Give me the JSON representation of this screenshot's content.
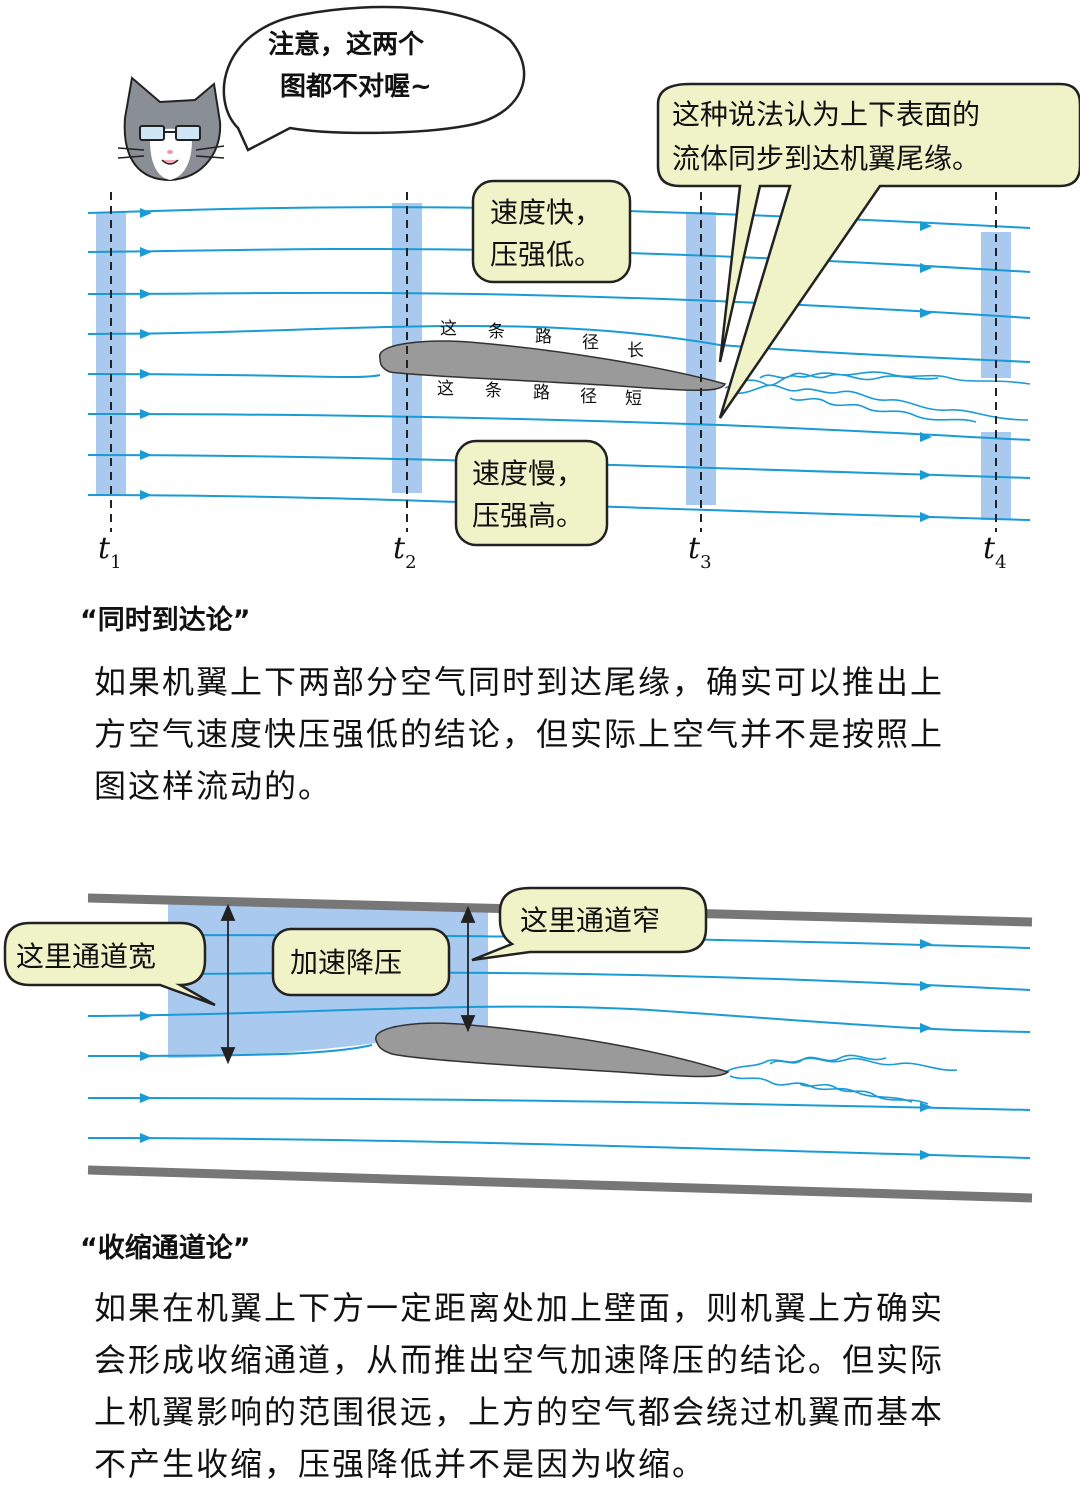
{
  "figure1": {
    "cat_speech": [
      "注意，这两个",
      "图都不对喔~"
    ],
    "callout_top_right": [
      "这种说法认为上下表面的",
      "流体同步到达机翼尾缘。"
    ],
    "callout_fast": [
      "速度快，",
      "压强低。"
    ],
    "callout_slow": [
      "速度慢，",
      "压强高。"
    ],
    "upper_path_label": [
      "这",
      "条",
      "路",
      "径",
      "长"
    ],
    "lower_path_label": [
      "这",
      "条",
      "路",
      "径",
      "短"
    ],
    "time_labels": [
      {
        "var": "t",
        "sub": "1"
      },
      {
        "var": "t",
        "sub": "2"
      },
      {
        "var": "t",
        "sub": "3"
      },
      {
        "var": "t",
        "sub": "4"
      }
    ]
  },
  "section1": {
    "title": "“同时到达论”",
    "lines": [
      "如果机翼上下两部分空气同时到达尾缘，确实可以推出上",
      "方空气速度快压强低的结论，但实际上空气并不是按照上",
      "图这样流动的。"
    ]
  },
  "figure2": {
    "callout_wide": "这里通道宽",
    "callout_accel": "加速降压",
    "callout_narrow": "这里通道窄"
  },
  "section2": {
    "title": "“收缩通道论”",
    "lines": [
      "如果在机翼上下方一定距离处加上壁面，则机翼上方确实",
      "会形成收缩通道，从而推出空气加速降压的结论。但实际",
      "上机翼影响的范围很远，上方的空气都会绕过机翼而基本",
      "不产生收缩，压强降低并不是因为收缩。"
    ]
  },
  "colors": {
    "streamline": "#1a9bd6",
    "band": "#a9c9ee",
    "airfoil": "#9a9a9a",
    "callout_fill": "#f0f2c8",
    "wall": "#777777"
  }
}
